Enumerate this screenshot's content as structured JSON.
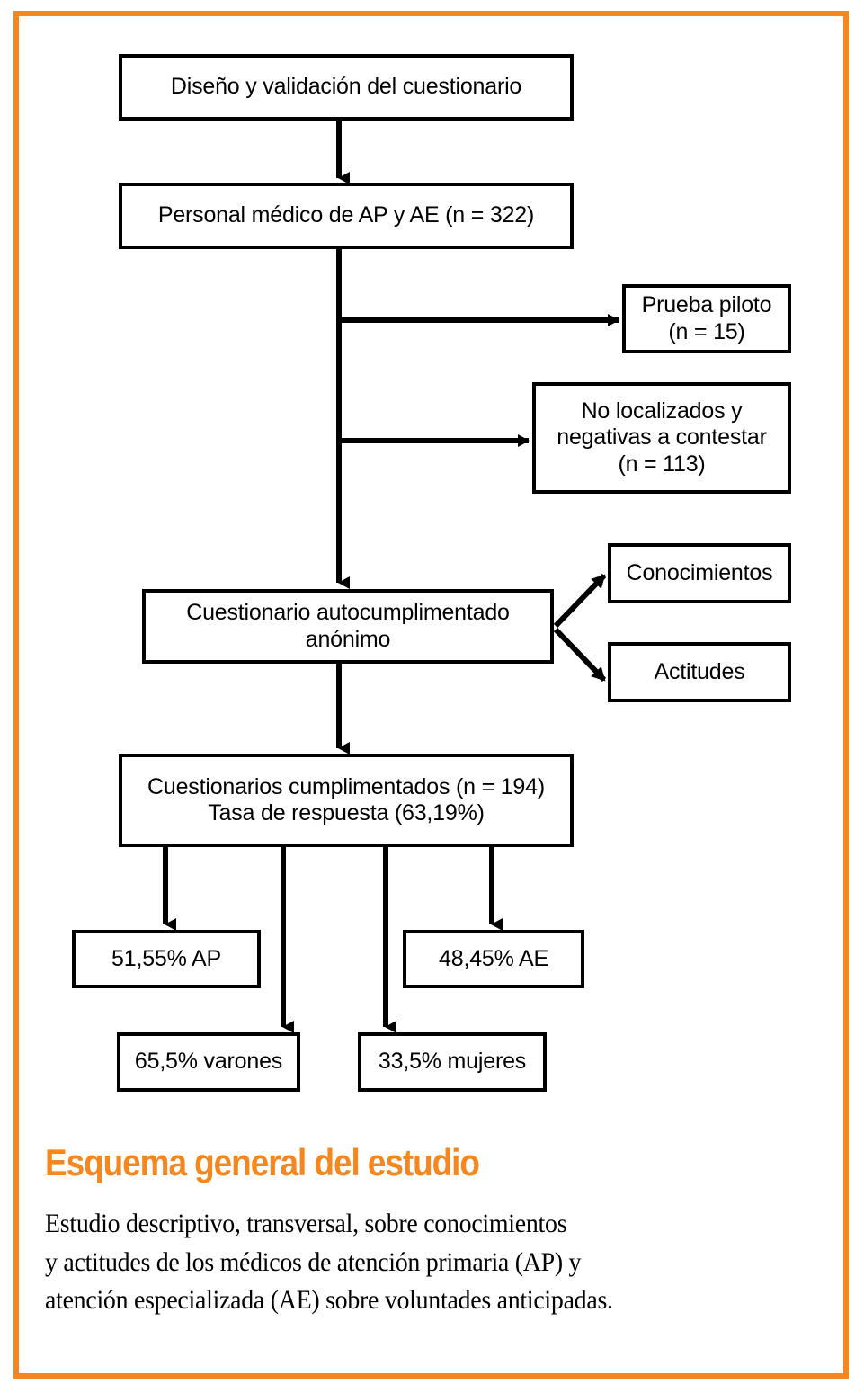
{
  "frame": {
    "border_color": "#F6871F"
  },
  "chart_data": {
    "type": "diagram",
    "title": "Esquema general del estudio",
    "nodes": [
      {
        "id": "design",
        "label": "Diseño y validación del cuestionario"
      },
      {
        "id": "staff",
        "label": "Personal médico de AP y AE (n = 322)"
      },
      {
        "id": "pilot",
        "label_line1": "Prueba piloto",
        "label_line2": "(n = 15)"
      },
      {
        "id": "nonlocated",
        "label_line1": "No localizados y",
        "label_line2": "negativas a contestar",
        "label_line3": "(n = 113)"
      },
      {
        "id": "survey",
        "label_line1": "Cuestionario autocumplimentado",
        "label_line2": "anónimo"
      },
      {
        "id": "knowledge",
        "label": "Conocimientos"
      },
      {
        "id": "attitudes",
        "label": "Actitudes"
      },
      {
        "id": "completed",
        "label_line1": "Cuestionarios cumplimentados (n = 194)",
        "label_line2": "Tasa de respuesta (63,19%)"
      },
      {
        "id": "ap",
        "label": "51,55% AP"
      },
      {
        "id": "ae",
        "label": "48,45% AE"
      },
      {
        "id": "men",
        "label": "65,5% varones"
      },
      {
        "id": "women",
        "label": "33,5% mujeres"
      }
    ],
    "values": {
      "total_contacted": 322,
      "pilot_n": 15,
      "non_located_refused_n": 113,
      "completed_n": 194,
      "response_rate_pct": 63.19,
      "primary_care_pct": 51.55,
      "specialized_care_pct": 48.45,
      "men_pct": 65.5,
      "women_pct": 33.5
    },
    "edges": [
      {
        "from": "design",
        "to": "staff"
      },
      {
        "from": "staff",
        "to": "pilot"
      },
      {
        "from": "staff",
        "to": "nonlocated"
      },
      {
        "from": "staff",
        "to": "survey"
      },
      {
        "from": "survey",
        "to": "knowledge"
      },
      {
        "from": "survey",
        "to": "attitudes"
      },
      {
        "from": "survey",
        "to": "completed"
      },
      {
        "from": "completed",
        "to": "ap"
      },
      {
        "from": "completed",
        "to": "men"
      },
      {
        "from": "completed",
        "to": "women"
      },
      {
        "from": "completed",
        "to": "ae"
      }
    ]
  },
  "nodes": {
    "design": {
      "label": "Diseño y validación del cuestionario"
    },
    "staff": {
      "label": "Personal médico de AP y AE (n = 322)"
    },
    "pilot": {
      "line1": "Prueba piloto",
      "line2": "(n = 15)"
    },
    "nonlocated": {
      "line1": "No localizados y",
      "line2": "negativas a contestar",
      "line3": "(n = 113)"
    },
    "survey": {
      "line1": "Cuestionario autocumplimentado",
      "line2": "anónimo"
    },
    "knowledge": {
      "label": "Conocimientos"
    },
    "attitudes": {
      "label": "Actitudes"
    },
    "completed": {
      "line1": "Cuestionarios cumplimentados (n = 194)",
      "line2": "Tasa de respuesta (63,19%)"
    },
    "ap": {
      "label": "51,55% AP"
    },
    "ae": {
      "label": "48,45% AE"
    },
    "men": {
      "label": "65,5% varones"
    },
    "women": {
      "label": "33,5% mujeres"
    }
  },
  "caption": {
    "title": "Esquema general del estudio",
    "body_line1": "Estudio descriptivo, transversal, sobre conocimientos",
    "body_line2": "y actitudes de los médicos de atención primaria (AP) y",
    "body_line3": "atención especializada (AE) sobre voluntades anticipadas.",
    "title_color": "#F6871F"
  }
}
